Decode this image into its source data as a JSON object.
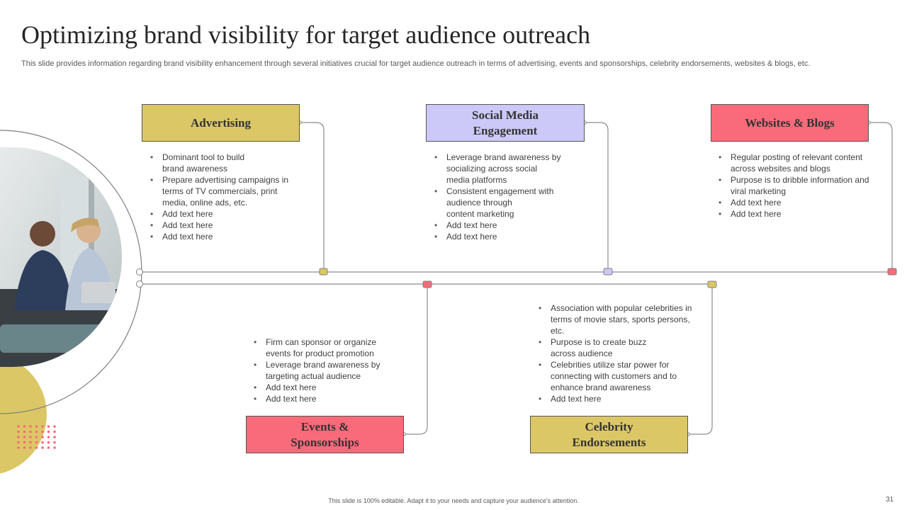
{
  "slide": {
    "title": "Optimizing brand visibility for target audience outreach",
    "subtitle": "This slide provides information regarding brand visibility enhancement through several initiatives crucial for target audience outreach in terms of advertising, events and sponsorships, celebrity endorsements, websites & blogs, etc.",
    "footer": "This slide is 100% editable. Adapt it to your needs and capture your audience's attention.",
    "page_number": "31"
  },
  "colors": {
    "yellow": "#dcc766",
    "lavender": "#ccc9f8",
    "pink": "#f96b7a",
    "line": "#8c8c8c"
  },
  "initiatives": {
    "advertising": {
      "label": "Advertising",
      "bullets": [
        "Dominant tool to build\nbrand awareness",
        "Prepare advertising campaigns in terms of TV commercials, print media, online ads, etc.",
        "Add text here",
        "Add text here",
        "Add text here"
      ]
    },
    "social": {
      "label": "Social Media\nEngagement",
      "bullets": [
        "Leverage brand awareness by socializing across social\nmedia platforms",
        "Consistent engagement with audience through\ncontent marketing",
        "Add text here",
        "Add text here"
      ]
    },
    "websites": {
      "label": "Websites & Blogs",
      "bullets": [
        "Regular posting of relevant content across websites and blogs",
        "Purpose is to dribble information and viral marketing",
        "Add text here",
        "Add text here"
      ]
    },
    "events": {
      "label": "Events &\nSponsorships",
      "bullets": [
        "Firm can sponsor or organize events for product promotion",
        "Leverage brand awareness by targeting actual audience",
        "Add text here",
        "Add text here"
      ]
    },
    "celebrity": {
      "label": "Celebrity\nEndorsements",
      "bullets": [
        "Association with popular celebrities in terms of movie stars, sports persons, etc.",
        "Purpose is to create buzz\nacross audience",
        "Celebrities utilize star power for connecting with customers and to enhance brand awareness",
        "Add text here"
      ]
    }
  }
}
